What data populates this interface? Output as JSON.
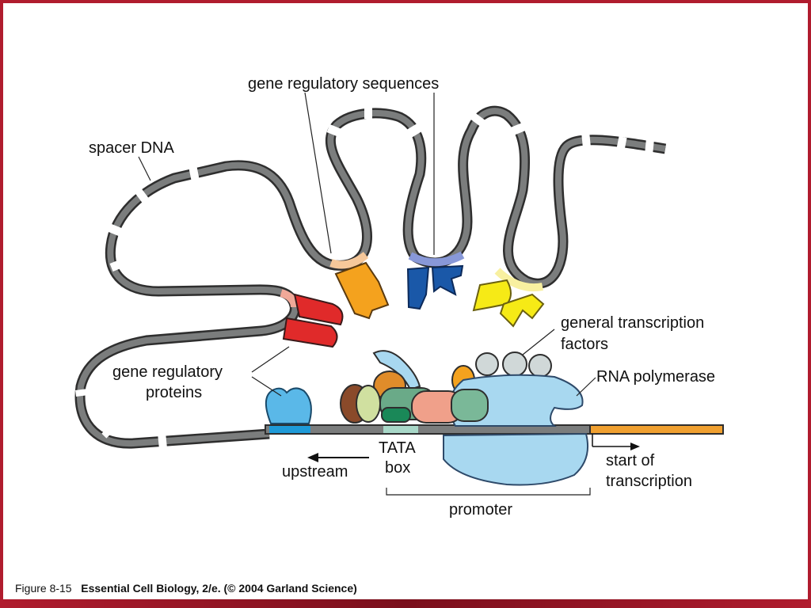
{
  "labels": {
    "gene_regulatory_sequences": "gene regulatory sequences",
    "spacer_dna": "spacer DNA",
    "general_transcription_factors_1": "general transcription",
    "general_transcription_factors_2": "factors",
    "rna_polymerase": "RNA polymerase",
    "gene_regulatory_proteins_1": "gene regulatory",
    "gene_regulatory_proteins_2": "proteins",
    "tata_box_1": "TATA",
    "tata_box_2": "box",
    "upstream": "upstream",
    "start_of_transcription_1": "start of",
    "start_of_transcription_2": "transcription",
    "promoter": "promoter"
  },
  "caption": {
    "figure": "Figure 8-15",
    "source": "Essential Cell Biology, 2/e. (© 2004 Garland Science)"
  },
  "colors": {
    "frame": "#b01c2e",
    "dna": "#7b7d7d",
    "dna_outline": "#2e2e2e",
    "transcribed_dna": "#f0a030",
    "red_protein": "#e02a2a",
    "orange_protein": "#f4a21e",
    "blue_protein": "#1a58a8",
    "yellow_protein": "#f6ea16",
    "polymerase": "#a8d8f0",
    "tata_box": "#a8d8c8",
    "upstream_site": "#1e9ad8"
  }
}
